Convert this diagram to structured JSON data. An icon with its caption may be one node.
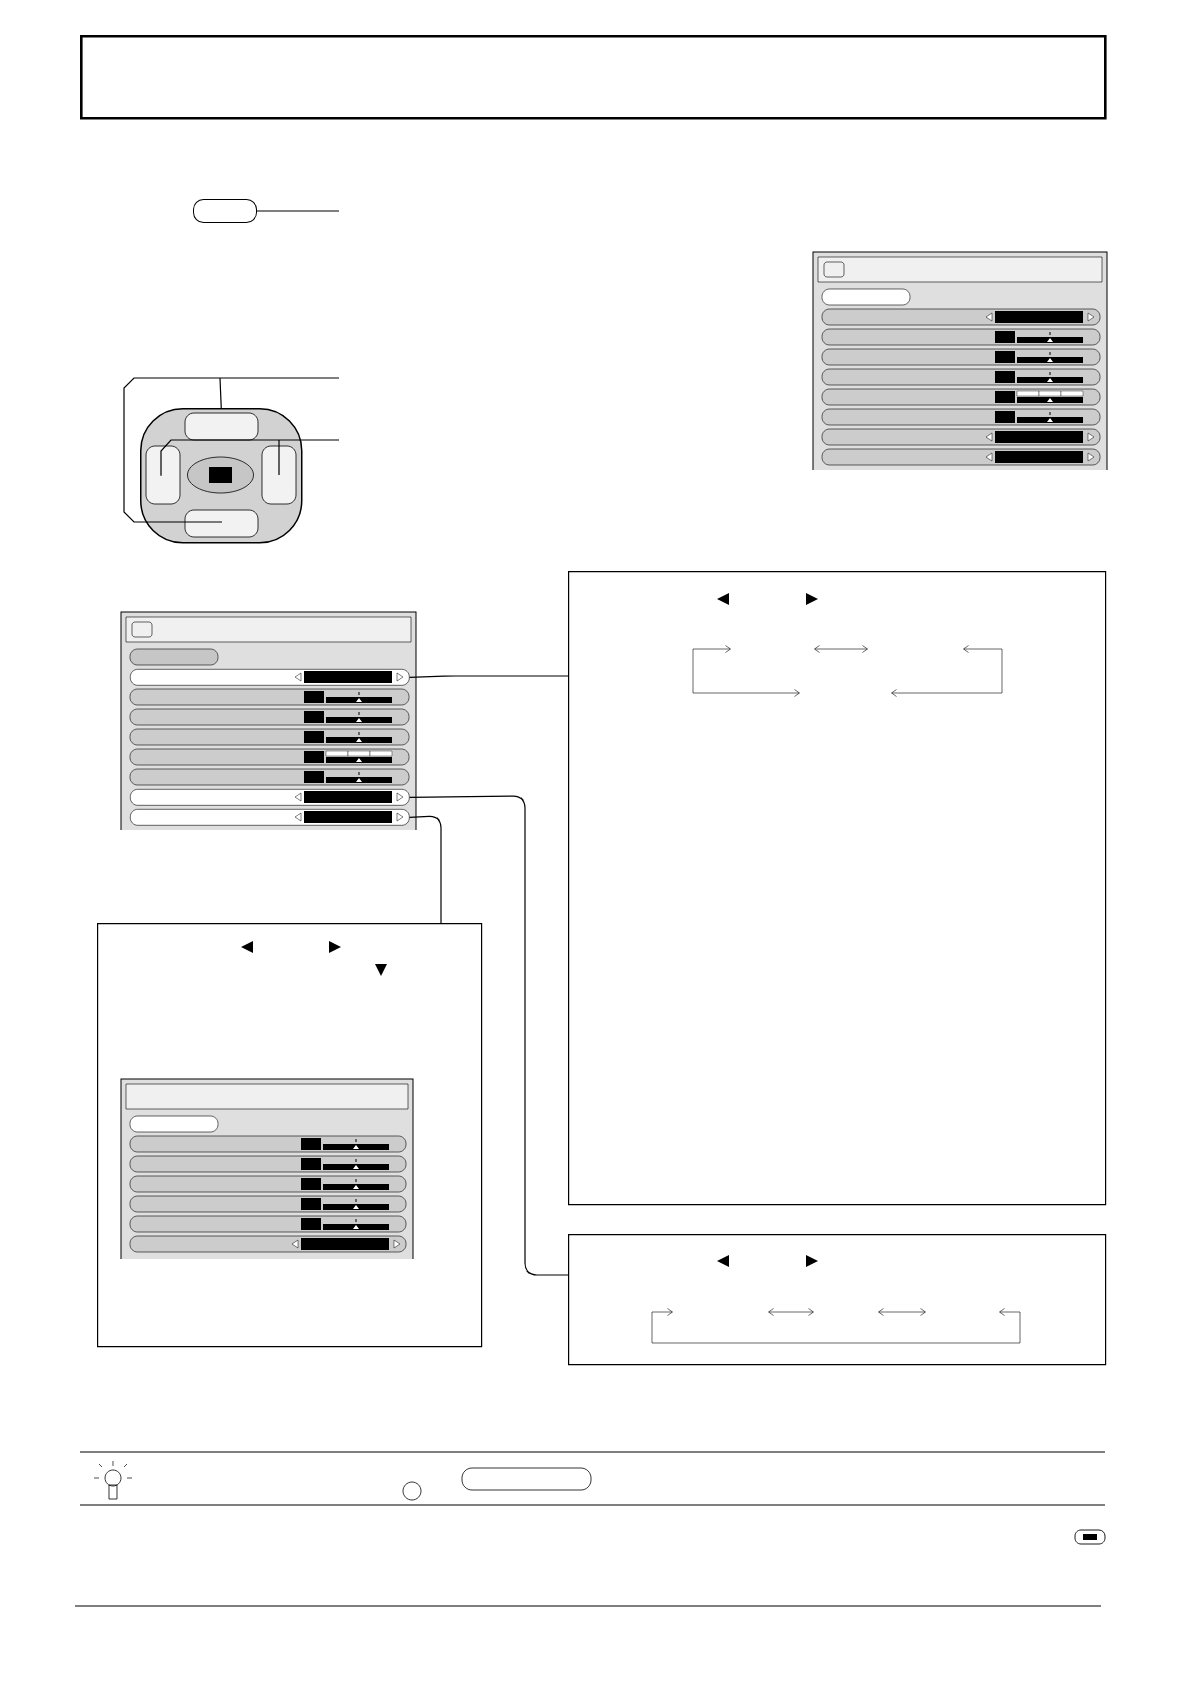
{
  "diagram": {
    "nodes": [
      {
        "text": [],
        "shape": "box"
      },
      {
        "text": [],
        "shape": "button"
      },
      {
        "text": [],
        "shape": "keypad"
      },
      {
        "text": [],
        "shape": "screen"
      },
      {
        "text": [],
        "shape": "screen"
      },
      {
        "text": [],
        "shape": "bar",
        "in": 4
      },
      {
        "text": [],
        "shape": "bar",
        "in": 4
      },
      {
        "text": [],
        "shape": "bar",
        "in": 4
      },
      {
        "text": [],
        "shape": "box"
      },
      {
        "text": [],
        "shape": "box"
      },
      {
        "text": [],
        "shape": "box"
      },
      {
        "text": [],
        "shape": "screen",
        "in": 10
      }
    ],
    "edges": [
      {
        "from": 1,
        "to": null,
        "arrow": "none"
      },
      {
        "from": 2,
        "to": null,
        "arrow": "none"
      },
      {
        "from": 2,
        "to": null,
        "arrow": "none"
      },
      {
        "from": 5,
        "to": 8,
        "arrow": "none"
      },
      {
        "from": 6,
        "to": 9,
        "arrow": "none"
      },
      {
        "from": 7,
        "to": 10,
        "arrow": "none"
      }
    ]
  }
}
